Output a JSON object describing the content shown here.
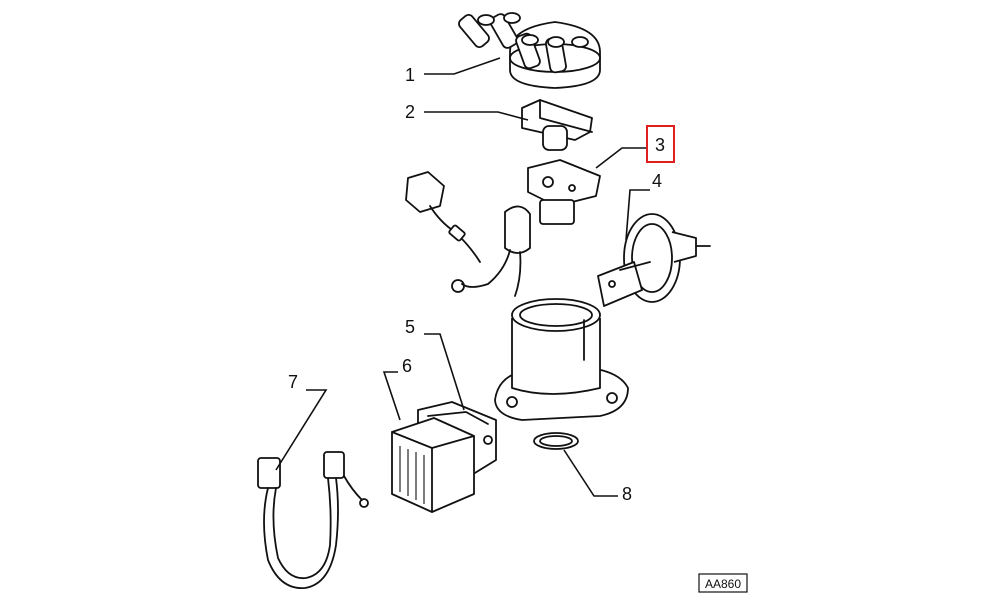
{
  "callouts": [
    {
      "id": "1",
      "text": "1"
    },
    {
      "id": "2",
      "text": "2"
    },
    {
      "id": "3",
      "text": "3",
      "highlight_color": "#e0201f"
    },
    {
      "id": "4",
      "text": "4"
    },
    {
      "id": "5",
      "text": "5"
    },
    {
      "id": "6",
      "text": "6"
    },
    {
      "id": "7",
      "text": "7"
    },
    {
      "id": "8",
      "text": "8"
    }
  ],
  "reference_code": "AA860"
}
